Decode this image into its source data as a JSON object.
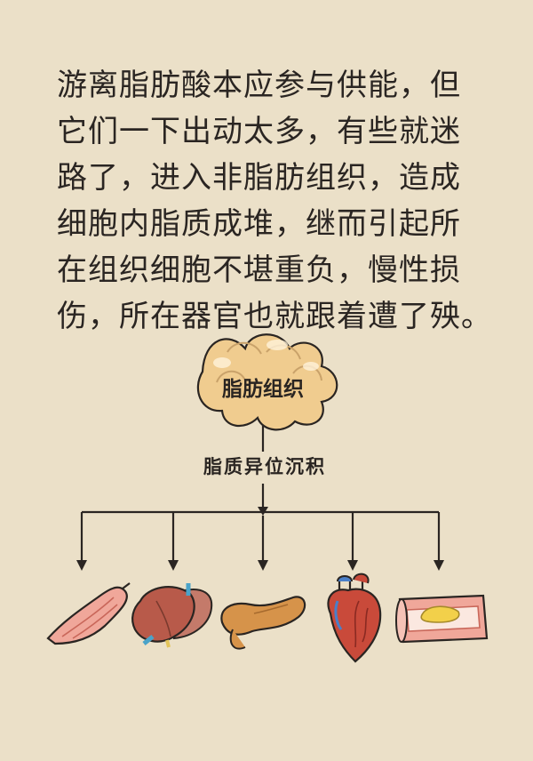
{
  "paragraph": "游离脂肪酸本应参与供能，但\n它们一下出动太多，有些就迷\n路了，进入非脂肪组织，造成\n细胞内脂质成堆，继而引起所\n在组织细胞不堪重负，慢性损\n伤，所在器官也就跟着遭了殃。",
  "diagram": {
    "root_label": "脂肪组织",
    "branch_label": "脂质异位沉积",
    "organs": [
      {
        "name": "muscle-icon"
      },
      {
        "name": "liver-icon"
      },
      {
        "name": "pancreas-icon"
      },
      {
        "name": "heart-icon"
      },
      {
        "name": "blood-vessel-icon"
      }
    ]
  },
  "colors": {
    "background": "#ebe0c8",
    "ink": "#2a2522",
    "fat": "#f0cc8f",
    "organ": "#b85a4a",
    "pink": "#f0a79a"
  }
}
